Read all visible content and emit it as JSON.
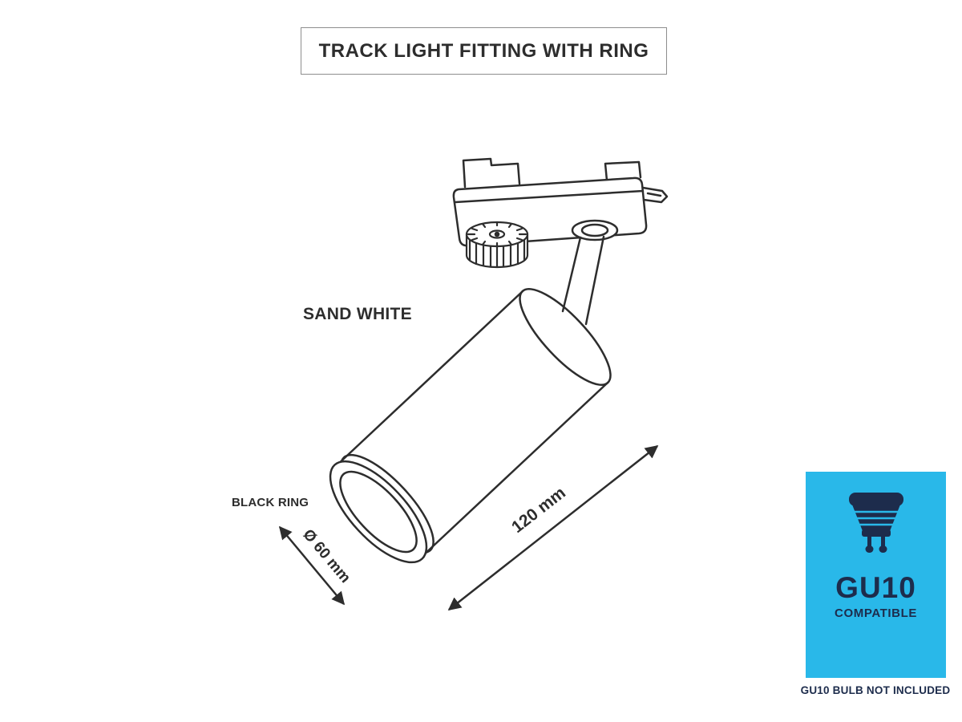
{
  "title": "TRACK LIGHT FITTING WITH RING",
  "drawing": {
    "finish_label": "SAND WHITE",
    "ring_label": "BLACK RING",
    "diameter_label": "Ø 60 mm",
    "length_label": "120 mm",
    "line_color": "#2d2d2d"
  },
  "badge": {
    "socket": "GU10",
    "compatible_label": "COMPATIBLE",
    "note": "GU10 BULB NOT INCLUDED",
    "background_color": "#29b8e9",
    "text_color": "#1d2c4c"
  }
}
